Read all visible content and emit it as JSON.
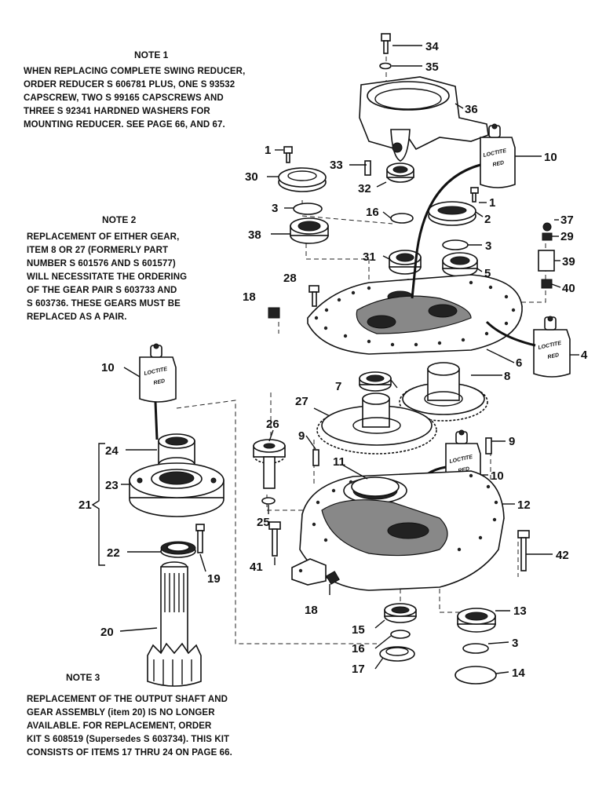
{
  "notes": [
    {
      "title": "NOTE 1",
      "lines": [
        "WHEN REPLACING COMPLETE SWING REDUCER,",
        "ORDER REDUCER S 606781 PLUS, ONE S 93532",
        "CAPSCREW, TWO S 99165 CAPSCREWS AND",
        "THREE S 92341 HARDNED WASHERS FOR",
        "MOUNTING REDUCER.  SEE PAGE 66, AND 67."
      ]
    },
    {
      "title": "NOTE 2",
      "lines": [
        "REPLACEMENT OF EITHER GEAR,",
        "ITEM 8 OR 27 (FORMERLY PART",
        "NUMBER S 601576 AND S 601577)",
        "WILL NECESSITATE THE ORDERING",
        "OF THE GEAR PAIR S 603733 AND",
        "S 603736.  THESE GEARS MUST BE",
        "REPLACED AS A PAIR."
      ]
    },
    {
      "title": "NOTE 3",
      "lines": [
        "REPLACEMENT OF THE OUTPUT SHAFT AND",
        "GEAR ASSEMBLY (item 20) IS NO LONGER",
        "AVAILABLE.  FOR REPLACEMENT, ORDER",
        "KIT S 608519 (Supersedes S 603734).  THIS KIT",
        "CONSISTS OF ITEMS 17 THRU 24 ON PAGE 66."
      ]
    }
  ],
  "bottle_label": [
    "LOCTITE",
    "RED"
  ],
  "callouts": [
    "34",
    "35",
    "36",
    "10",
    "1",
    "33",
    "30",
    "32",
    "1",
    "2",
    "3",
    "16",
    "37",
    "38",
    "29",
    "31",
    "3",
    "39",
    "5",
    "28",
    "18",
    "40",
    "6",
    "4",
    "10",
    "7",
    "8",
    "27",
    "26",
    "9",
    "9",
    "24",
    "11",
    "10",
    "23",
    "21",
    "12",
    "25",
    "41",
    "42",
    "22",
    "19",
    "18",
    "20",
    "15",
    "13",
    "16",
    "3",
    "17",
    "14"
  ]
}
